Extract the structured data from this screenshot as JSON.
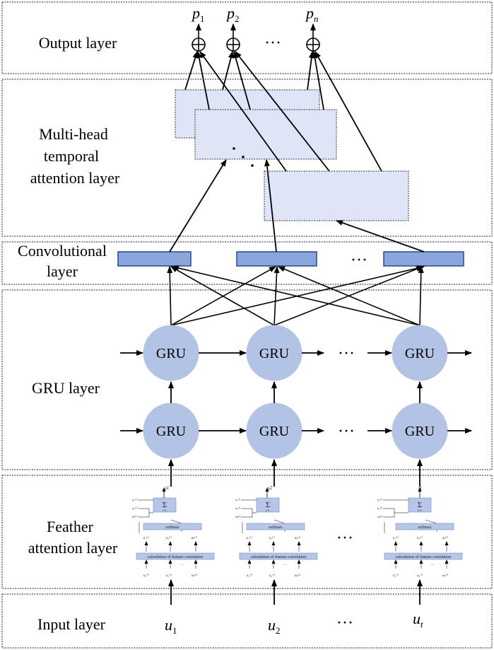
{
  "layers": {
    "output": "Output layer",
    "attention_l1": "Multi-head",
    "attention_l2": "temporal",
    "attention_l3": "attention layer",
    "conv_l1": "Convolutional",
    "conv_l2": "layer",
    "gru": "GRU layer",
    "feather_l1": "Feather",
    "feather_l2": "attention layer",
    "input": "Input layer"
  },
  "outputs": [
    {
      "base": "p",
      "sub": "1"
    },
    {
      "base": "p",
      "sub": "2"
    },
    {
      "base": "p",
      "sub": "n"
    }
  ],
  "inputs": [
    {
      "base": "u",
      "sub": "1"
    },
    {
      "base": "u",
      "sub": "2"
    },
    {
      "base": "u",
      "sub": "t"
    }
  ],
  "gru_label": "GRU",
  "ellipsis": "···",
  "feather_module": {
    "sum_symbol": "Σ",
    "sum_index": "i=1",
    "outputs": [
      "s1",
      "s2",
      "st"
    ],
    "softmax": "softmax",
    "correlation": "calculation of feature correlation",
    "e_left": "e₁⁽¹⁾",
    "e_mid": "e₂⁽¹⁾",
    "e_right": "eₙ⁽¹⁾",
    "u_left": "u₁⁽¹⁾",
    "u_mid": "u₂⁽¹⁾",
    "u_right": "uₙ⁽¹⁾",
    "dots": "···"
  },
  "colors": {
    "gru_fill": "#b3c3e6",
    "conv_fill": "#8ba6dc",
    "attention_fill": "#dfe5f6",
    "module_fill": "#b7c6e6"
  }
}
